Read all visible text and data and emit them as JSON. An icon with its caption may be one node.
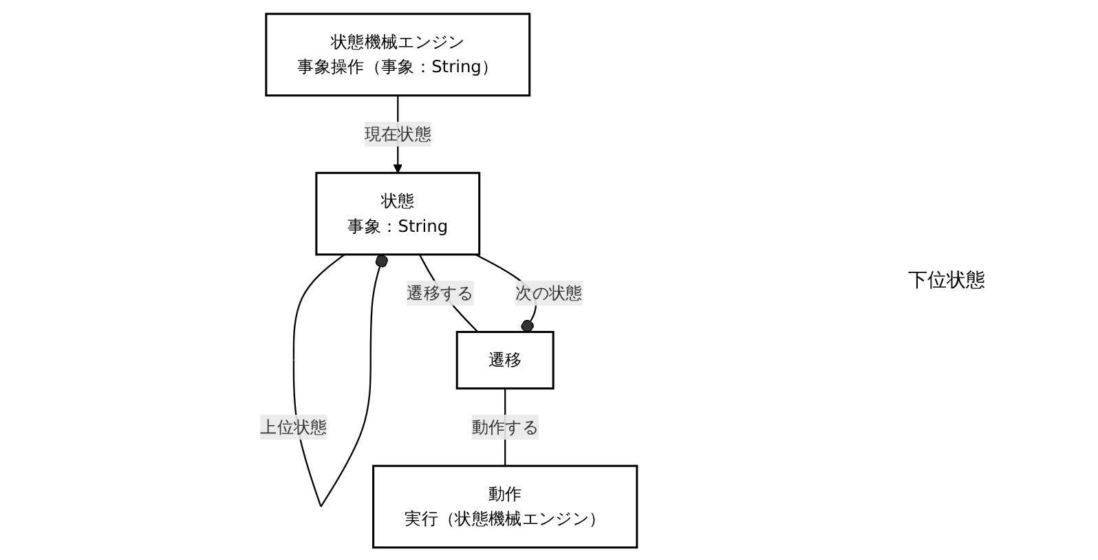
{
  "diagram": {
    "nodes": [
      {
        "text": [
          "状態",
          "事象：String"
        ]
      },
      {
        "text": [
          "状態機械エンジン",
          "事象操作（事象：String）"
        ]
      },
      {
        "text": [
          "遷移"
        ]
      },
      {
        "text": [
          "動作",
          "実行（状態機械エンジン）"
        ]
      }
    ],
    "edges": [
      {
        "from": 0,
        "to": 0,
        "arrow": "other",
        "label": "上位状態"
      },
      {
        "from": 1,
        "to": 0,
        "arrow": "to",
        "label": "現在状態"
      },
      {
        "from": 0,
        "to": 2,
        "arrow": "none",
        "label": "遷移する"
      },
      {
        "from": 0,
        "to": 2,
        "arrow": "other",
        "label": "次の状態"
      },
      {
        "from": 2,
        "to": 3,
        "arrow": "none",
        "label": "動作する"
      }
    ],
    "labels": [
      "下位状態"
    ]
  }
}
